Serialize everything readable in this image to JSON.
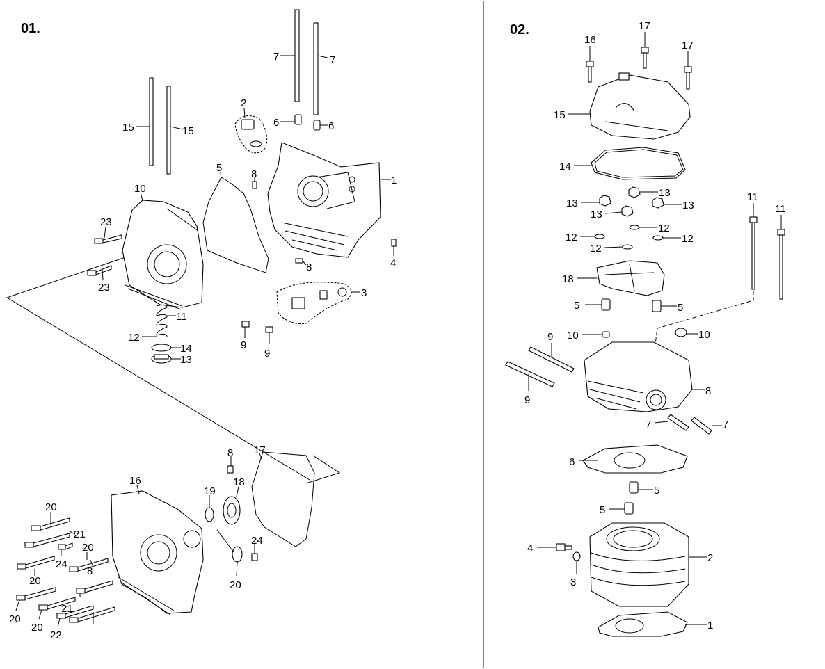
{
  "sections": [
    {
      "label": "01."
    },
    {
      "label": "02."
    }
  ],
  "callouts_01": [
    "15",
    "15",
    "7",
    "7",
    "2",
    "6",
    "6",
    "5",
    "8",
    "1",
    "10",
    "23",
    "23",
    "4",
    "8",
    "3",
    "11",
    "12",
    "14",
    "13",
    "9",
    "9",
    "16",
    "17",
    "8",
    "19",
    "18",
    "20",
    "21",
    "24",
    "20",
    "20",
    "8",
    "24",
    "20",
    "21",
    "20",
    "20",
    "22"
  ],
  "callouts_02": [
    "16",
    "17",
    "17",
    "15",
    "14",
    "13",
    "13",
    "13",
    "13",
    "12",
    "12",
    "12",
    "12",
    "11",
    "11",
    "18",
    "5",
    "5",
    "10",
    "10",
    "9",
    "9",
    "8",
    "7",
    "7",
    "6",
    "5",
    "5",
    "4",
    "3",
    "2",
    "1"
  ],
  "colors": {
    "ink": "#000000",
    "guide_line": "#cc33cc"
  }
}
